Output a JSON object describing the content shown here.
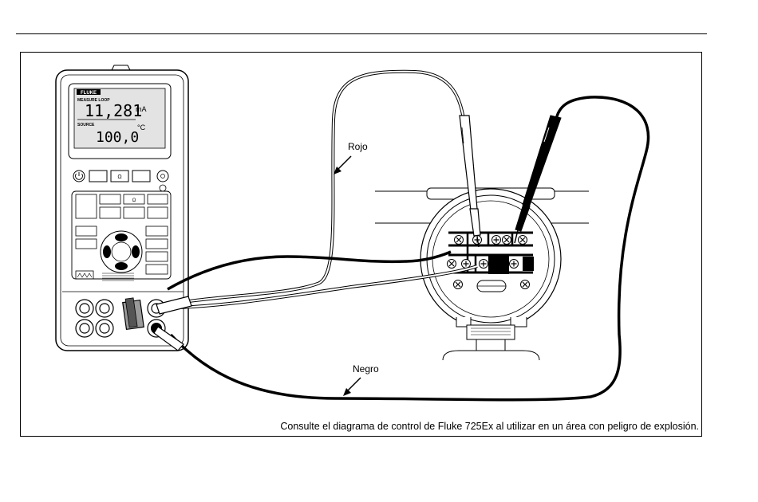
{
  "meter": {
    "brand": "FLUKE",
    "measure_label": "MEASURE LOOP",
    "measure_value": "11,281",
    "measure_unit": "mA",
    "source_label": "SOURCE",
    "source_value": "100,0",
    "source_unit": "°C"
  },
  "labels": {
    "red_lead": "Rojo",
    "black_lead": "Negro"
  },
  "caption": "Consulte el diagrama de control de Fluke 725Ex al utilizar en un área con peligro de explosión."
}
